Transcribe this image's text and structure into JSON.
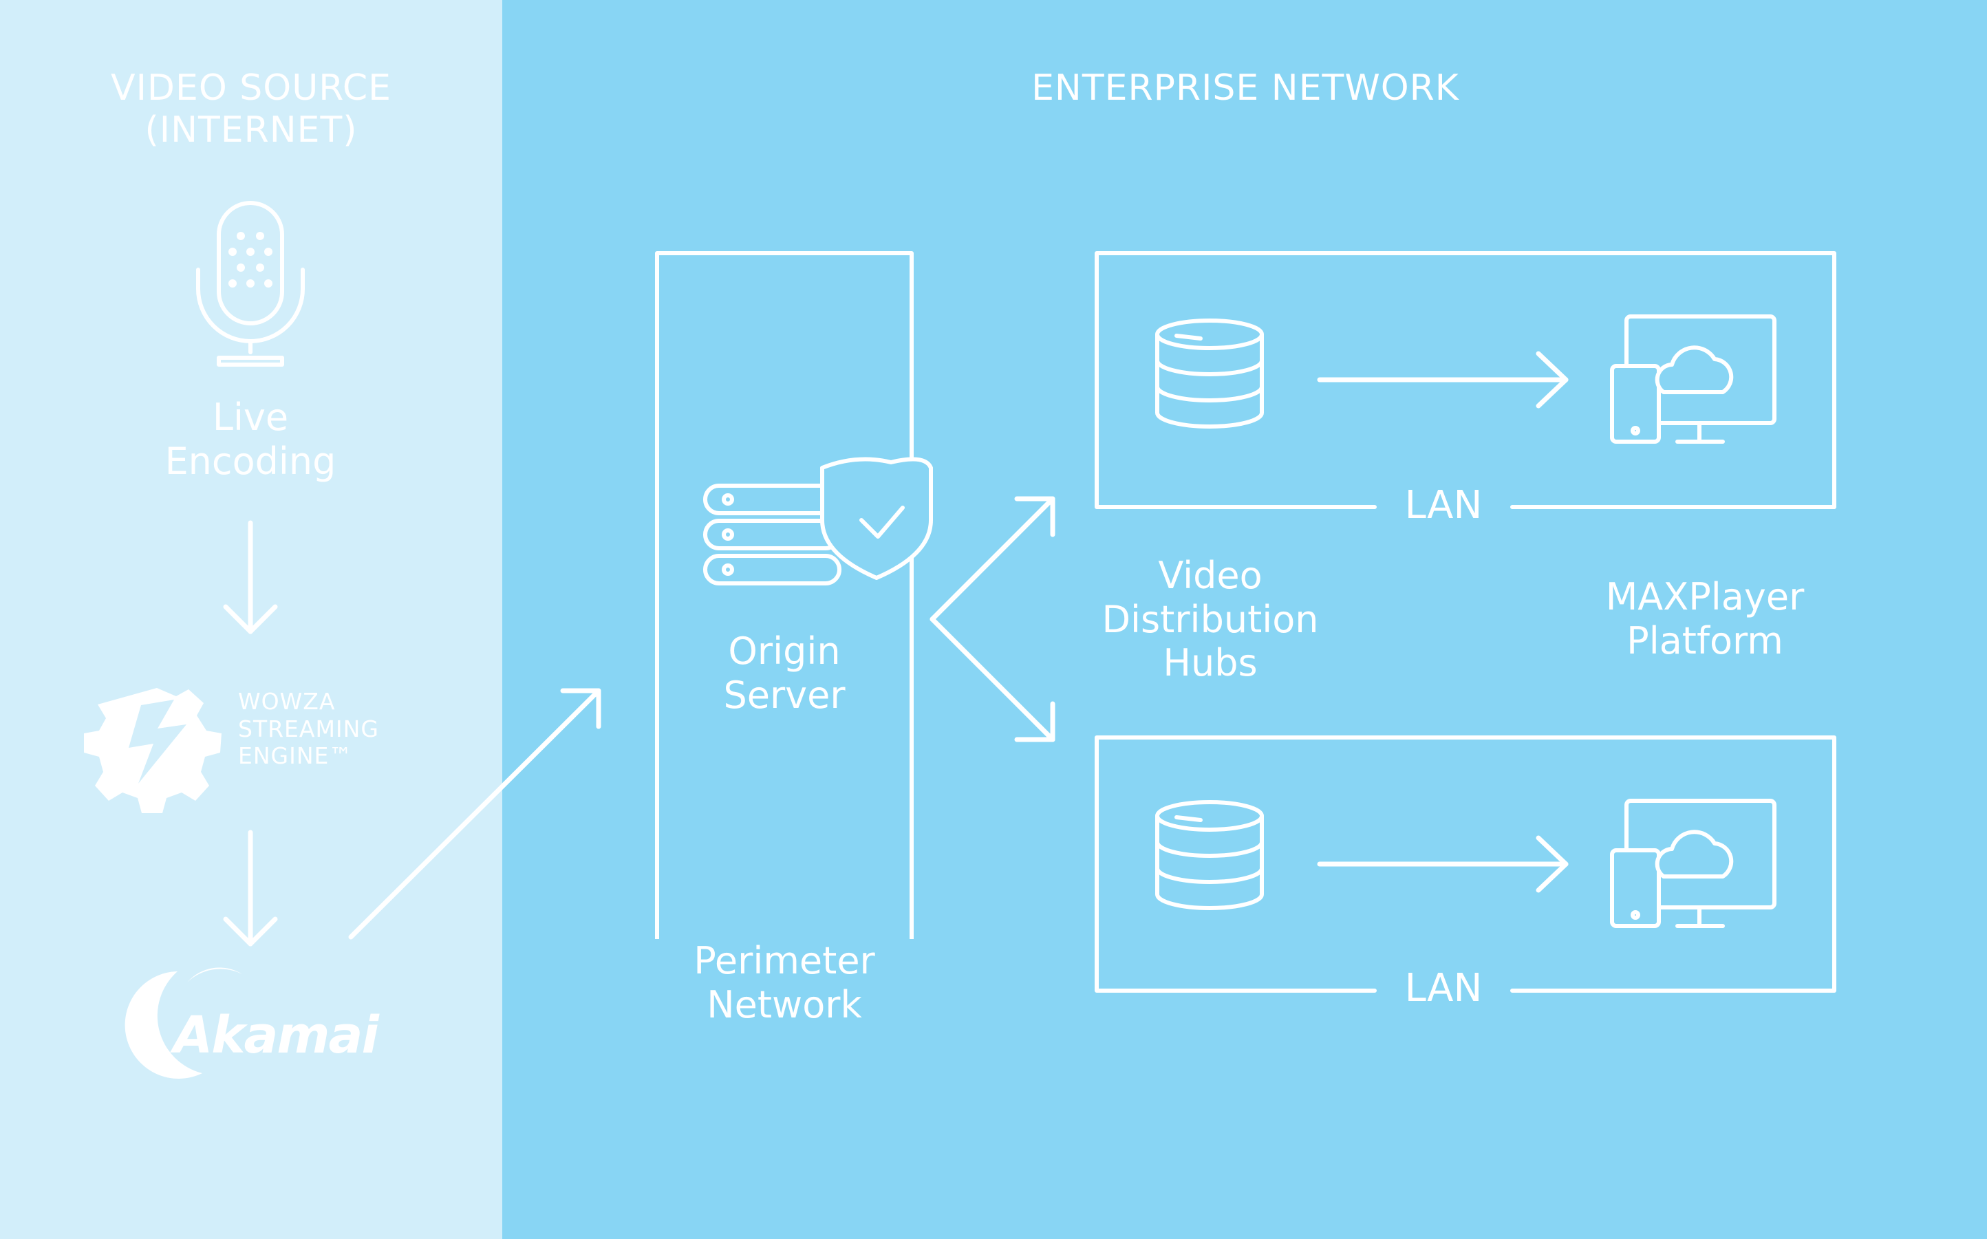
{
  "colors": {
    "left_panel": "#d2eefa",
    "right_panel": "#88d5f4",
    "stroke": "#ffffff"
  },
  "sections": {
    "video_source": "VIDEO SOURCE\n(INTERNET)",
    "enterprise_network": "ENTERPRISE NETWORK"
  },
  "nodes": {
    "live_encoding": "Live\nEncoding",
    "wowza": "WOWZA\nSTREAMING\nENGINE™",
    "akamai": "Akamai",
    "origin_server": "Origin\nServer",
    "perimeter_network": "Perimeter\nNetwork",
    "video_distribution_hubs": "Video\nDistribution\nHubs",
    "maxplayer_platform": "MAXPlayer\nPlatform",
    "lan_top": "LAN",
    "lan_bottom": "LAN"
  },
  "icons": {
    "microphone": "microphone-icon",
    "wowza_logo": "wowza-logo-icon",
    "akamai_logo": "akamai-logo-icon",
    "server_shield": "server-shield-icon",
    "database": "database-icon",
    "devices_cloud": "devices-cloud-icon"
  }
}
